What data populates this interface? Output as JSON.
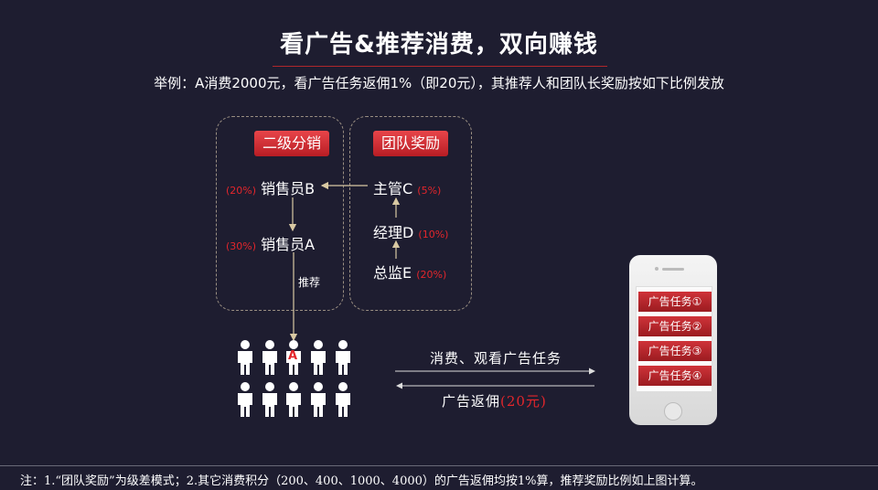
{
  "title": "看广告&推荐消费，双向赚钱",
  "subtitle": "举例：A消费2000元，看广告任务返佣1%（即20元），其推荐人和团队长奖励按如下比例发放",
  "left_panel": {
    "tag": "二级分销",
    "node_b": {
      "pct": "(20%)",
      "name": "销售员B"
    },
    "node_a": {
      "pct": "(30%)",
      "name": "销售员A"
    }
  },
  "right_panel": {
    "tag": "团队奖励",
    "node_c": {
      "name": "主管C",
      "pct": "(5%)"
    },
    "node_d": {
      "name": "经理D",
      "pct": "(10%)"
    },
    "node_e": {
      "name": "总监E",
      "pct": "(20%)"
    }
  },
  "recommend_label": "推荐",
  "crowd_marker": "A",
  "flow": {
    "consume_label": "消费、观看广告任务",
    "rebate_label": "广告返佣",
    "rebate_amount": "(20元)"
  },
  "phone_tasks": [
    "广告任务①",
    "广告任务②",
    "广告任务③",
    "广告任务④"
  ],
  "footer": "注：1.“团队奖励”为级差模式；2.其它消费积分（200、400、1000、4000）的广告返佣均按1%算，推荐奖励比例如上图计算。",
  "colors": {
    "background": "#1e1d30",
    "accent_red": "#e3262c",
    "arrow": "#d9c9a3",
    "panel_border": "#9a8f82"
  },
  "icons": {
    "person": "person-icon",
    "phone": "smartphone-icon"
  }
}
